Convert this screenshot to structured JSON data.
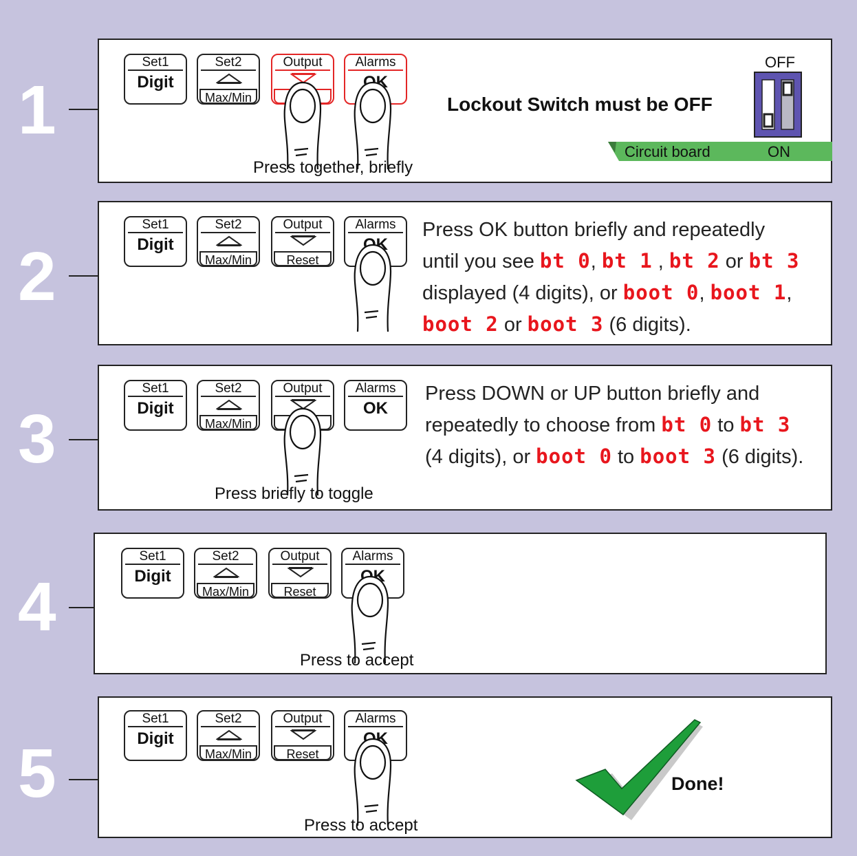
{
  "buttons": {
    "set1_top": "Set1",
    "set1_main": "Digit",
    "set2_top": "Set2",
    "set2_bottom": "Max/Min",
    "output_top": "Output",
    "output_bottom": "Reset",
    "alarms_top": "Alarms",
    "alarms_main": "OK",
    "output_bottom_partial": "t"
  },
  "steps": [
    {
      "number": "1",
      "caption": "Press together, briefly",
      "title": "Lockout Switch must be OFF",
      "switch": {
        "off_label": "OFF",
        "on_label": "ON",
        "board_label": "Circuit board",
        "state": "OFF"
      }
    },
    {
      "number": "2",
      "text": {
        "l1": "Press OK button briefly and repeatedly",
        "l2a": "until you see ",
        "c1": "bt 0",
        "l2b": ", ",
        "c2": "bt 1",
        "l2c": " , ",
        "c3": "bt 2",
        "l2d": " or ",
        "c4": "bt 3",
        "l3a": "displayed (4 digits), or ",
        "c5": "boot 0",
        "l3b": ", ",
        "c6": "boot 1",
        "l3c": ",",
        "c7": "boot 2",
        "l4a": " or ",
        "c8": "boot 3",
        "l4b": " (6 digits)."
      }
    },
    {
      "number": "3",
      "caption": "Press briefly to toggle",
      "text": {
        "l1": "Press DOWN or UP  button briefly and",
        "l2a": "repeatedly to choose from ",
        "c1": "bt 0",
        "l2b": " to ",
        "c2": "bt 3",
        "l3a": "(4 digits), or ",
        "c3": "boot 0",
        "l3b": " to ",
        "c4": "boot 3",
        "l3c": " (6 digits)."
      }
    },
    {
      "number": "4",
      "caption": "Press to accept"
    },
    {
      "number": "5",
      "caption": "Press to accept",
      "done": "Done!"
    }
  ],
  "colors": {
    "background": "#c6c3de",
    "highlight": "#e32626",
    "segment": "#e8161d",
    "board": "#5cb85c",
    "switch_body": "#5e54b0",
    "check": "#1e9e3a"
  }
}
